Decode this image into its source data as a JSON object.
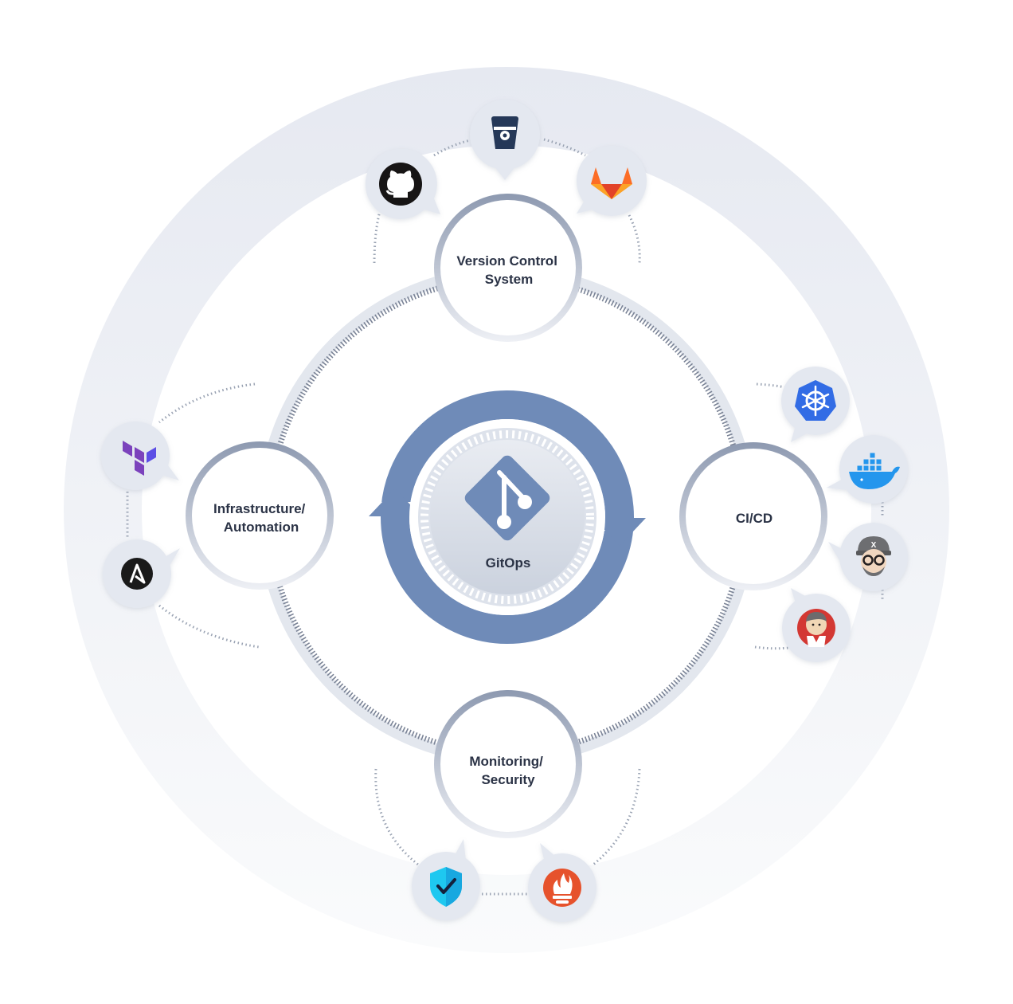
{
  "center": {
    "label": "GitOps",
    "icon": "git-icon",
    "accent": "#6f8bb8"
  },
  "nodes": [
    {
      "id": "vcs",
      "lines": [
        "Version Control",
        "System"
      ]
    },
    {
      "id": "cicd",
      "lines": [
        "CI/CD"
      ]
    },
    {
      "id": "monitoring",
      "lines": [
        "Monitoring/",
        "Security"
      ]
    },
    {
      "id": "infra",
      "lines": [
        "Infrastructure/",
        "Automation"
      ]
    }
  ],
  "tools": {
    "vcs": [
      "github-icon",
      "bitbucket-icon",
      "gitlab-icon"
    ],
    "cicd": [
      "kubernetes-icon",
      "docker-icon",
      "jenkins-x-icon",
      "jenkins-icon"
    ],
    "monitoring": [
      "security-shield-icon",
      "prometheus-icon"
    ],
    "infra": [
      "terraform-icon",
      "ansible-icon"
    ]
  },
  "colors": {
    "outer_ring": "#e9ecf3",
    "node_ring": "#a9b3c5",
    "github": "#171515",
    "bitbucket": "#253858",
    "gitlab": "#e24329",
    "kubernetes": "#326ce5",
    "docker": "#2496ed",
    "terraform": "#7b42bc",
    "ansible": "#1a1a1a",
    "jenkins": "#d33833",
    "prometheus": "#e6522c",
    "shield": "#1ec8f0"
  }
}
